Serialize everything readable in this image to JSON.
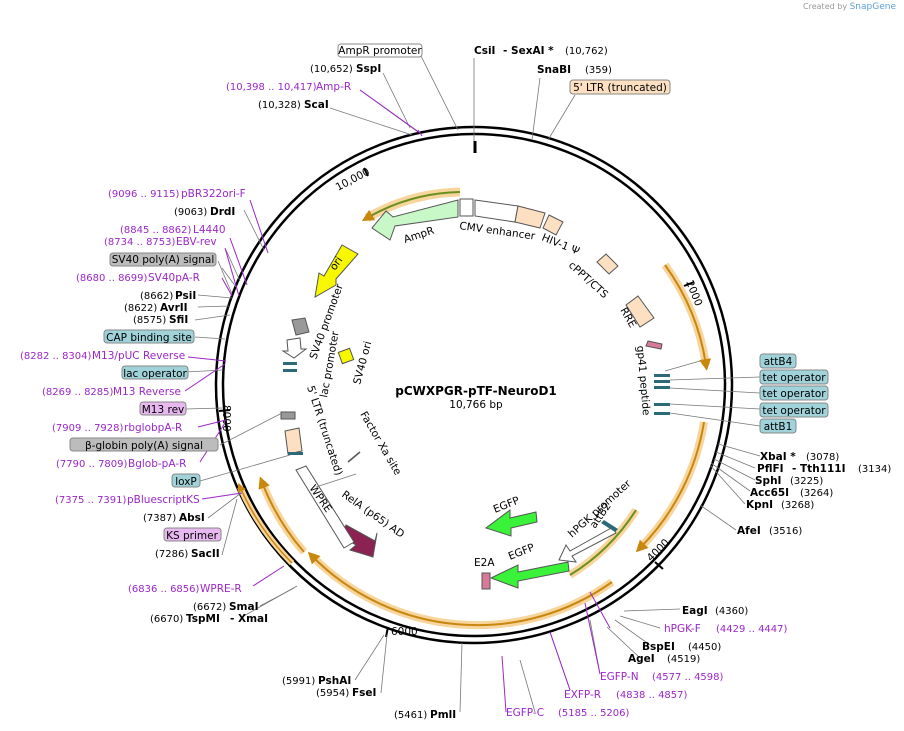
{
  "brand": {
    "prefix": "Created by",
    "name": "SnapGene"
  },
  "plasmid": {
    "name": "pCWXPGR-pTF-NeuroD1",
    "length": "10,766 bp"
  },
  "ruler": {
    "t2000": "2000",
    "t4000": "4000",
    "t6000": "6000",
    "t8000": "8000",
    "t10000": "10,000"
  },
  "features": {
    "ampr": "AmpR",
    "cmv": "CMV enhancer",
    "hiv": "HIV-1 Ψ",
    "cppt": "cPPT/CTS",
    "rre": "RRE",
    "gp41": "gp41 peptide",
    "hpgk": "hPGK promoter",
    "attb2": "attB2",
    "egfp1": "EGFP",
    "egfp2": "EGFP",
    "e2a": "E2A",
    "rela": "RelA (p65) AD",
    "wpre": "WPRE",
    "ltr5": "5' LTR (truncated)",
    "factorxa": "Factor Xa site",
    "sv40ori": "SV40 ori",
    "lacpro": "lac promoter",
    "sv40pro": "SV40 promoter",
    "ori": "ori"
  },
  "boxes": {
    "amprpro": "AmpR promoter",
    "ltr": "5' LTR (truncated)",
    "sv40pa": "SV40 poly(A) signal",
    "cap": "CAP binding site",
    "lacop": "lac operator",
    "m13rev": "M13 rev",
    "bglob": "β-globin poly(A) signal",
    "loxp": "loxP",
    "ksprimer": "KS primer",
    "attb4": "attB4",
    "tet1": "tet operator",
    "tet2": "tet operator",
    "tet3": "tet operator",
    "attb1": "attB1"
  },
  "enzymes": {
    "csi": "CsiI",
    "sexai": "- SexAI *",
    "csi_pos": "(10,762)",
    "snabi": "SnaBI",
    "snabi_pos": "(359)",
    "sspi": "SspI",
    "sspi_pos": "(10,652)",
    "scai": "ScaI",
    "scai_pos": "(10,328)",
    "drdi": "DrdI",
    "drdi_pos": "(9063)",
    "psii": "PsiI",
    "psii_pos": "(8662)",
    "avrii": "AvrII",
    "avrii_pos": "(8622)",
    "sfii": "SfiI",
    "sfii_pos": "(8575)",
    "absi": "AbsI",
    "absi_pos": "(7387)",
    "sacii": "SacII",
    "sacii_pos": "(7286)",
    "smai": "SmaI",
    "smai_pos": "(6672)",
    "tspmi": "TspMI",
    "xmai": "- XmaI",
    "tspmi_pos": "(6670)",
    "pshai": "PshAI",
    "pshai_pos": "(5991)",
    "fsei": "FseI",
    "fsei_pos": "(5954)",
    "pmli": "PmlI",
    "pmli_pos": "(5461)",
    "xbai": "XbaI *",
    "xbai_pos": "(3078)",
    "pflfi": "PflFI",
    "tth": "- Tth111I",
    "pflfi_pos": "(3134)",
    "sphi": "SphI",
    "sphi_pos": "(3225)",
    "acc65i": "Acc65I",
    "acc65i_pos": "(3264)",
    "kpni": "KpnI",
    "kpni_pos": "(3268)",
    "afei": "AfeI",
    "afei_pos": "(3516)",
    "eagi": "EagI",
    "eagi_pos": "(4360)",
    "bspei": "BspEI",
    "bspei_pos": "(4450)",
    "agei": "AgeI",
    "agei_pos": "(4519)"
  },
  "primers": {
    "ampr_pos": "(10,398 .. 10,417)",
    "ampr": "Amp-R",
    "pbr_pos": "(9096 .. 9115)",
    "pbr": "pBR322ori-F",
    "l4440_pos": "(8845 .. 8862)",
    "l4440": "L4440",
    "ebv_pos": "(8734 .. 8753)",
    "ebv": "EBV-rev",
    "sv40_pos": "(8680 .. 8699)",
    "sv40": "SV40pA-R",
    "m13puc_pos": "(8282 .. 8304)",
    "m13puc": "M13/pUC Reverse",
    "m13r_pos": "(8269 .. 8285)",
    "m13r": "M13 Reverse",
    "rbg_pos": "(7909 .. 7928)",
    "rbg": "rbglobpA-R",
    "bglob_pos": "(7790 .. 7809)",
    "bglob": "Bglob-pA-R",
    "pbks_pos": "(7375 .. 7391)",
    "pbks": "pBluescriptKS",
    "wpre_pos": "(6836 .. 6856)",
    "wpre": "WPRE-R",
    "hpgk": "hPGK-F",
    "hpgk_pos": "(4429 .. 4447)",
    "egfpn": "EGFP-N",
    "egfpn_pos": "(4577 .. 4598)",
    "exfp": "EXFP-R",
    "exfp_pos": "(4838 .. 4857)",
    "egfpc": "EGFP-C",
    "egfpc_pos": "(5185 .. 5206)"
  }
}
